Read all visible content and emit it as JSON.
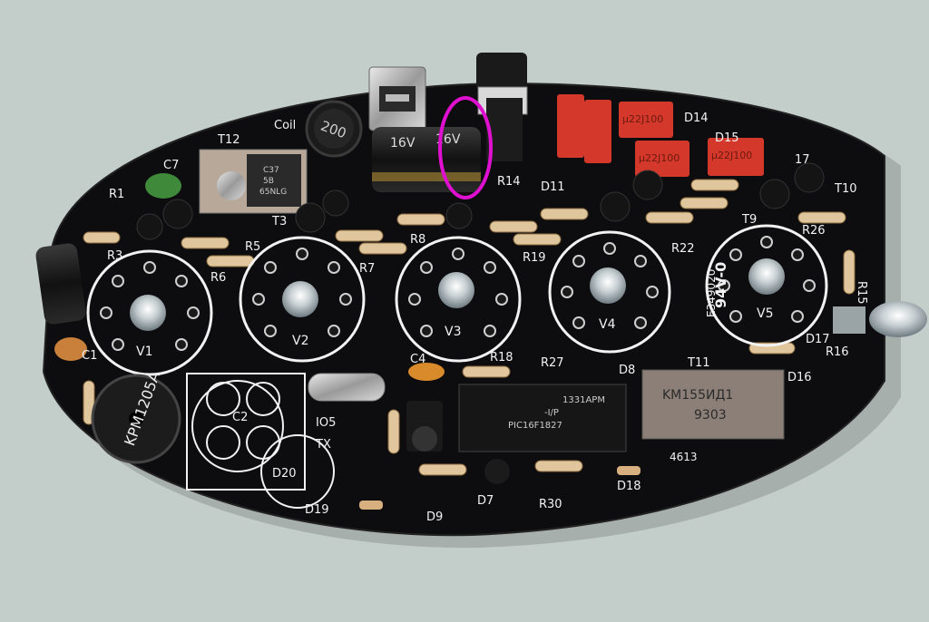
{
  "photo": {
    "background_color": "#c3cdc9",
    "board_color": "#0d0d0f",
    "silk_color": "#f2f2f2",
    "highlight_color": "#e010d0"
  },
  "silkscreen": {
    "coil": "Coil",
    "t12": "T12",
    "c7": "C7",
    "r1": "R1",
    "t3": "T3",
    "r3": "R3",
    "r5": "R5",
    "r6": "R6",
    "r7": "R7",
    "r8": "R8",
    "r19": "R19",
    "r14": "R14",
    "d11": "D11",
    "d14": "D14",
    "d15": "D15",
    "t17": "17",
    "t10": "T10",
    "t9": "T9",
    "r26": "R26",
    "r22": "R22",
    "r15": "R15",
    "d17": "D17",
    "r16": "R16",
    "d16": "D16",
    "t11": "T11",
    "d8": "D8",
    "r27": "R27",
    "r18": "R18",
    "c4": "C4",
    "c1": "C1",
    "c2": "C2",
    "io5": "IO5",
    "tx": "TX",
    "d20": "D20",
    "d19": "D19",
    "d9": "D9",
    "d7": "D7",
    "r30": "R30",
    "d18": "D18",
    "v1": "V1",
    "v2": "V2",
    "v3": "V3",
    "v4": "V4",
    "v5": "V5",
    "board_code": "E349020",
    "pcb_rating": "94V-0",
    "date_code": "4613"
  },
  "component_marks": {
    "buzzer": "KPM1205A",
    "mcu_line1": "PIC16F1827",
    "mcu_line2": "-I/P",
    "mcu_line3": "1331APM",
    "decoder_line1": "KM155ИД1",
    "decoder_line2": "9303",
    "cap_voltage": "16V",
    "inductor": "200",
    "film_cap": "μ22J100",
    "regulator_line1": "C37",
    "regulator_line2": "5B",
    "regulator_line3": "65NLG"
  }
}
